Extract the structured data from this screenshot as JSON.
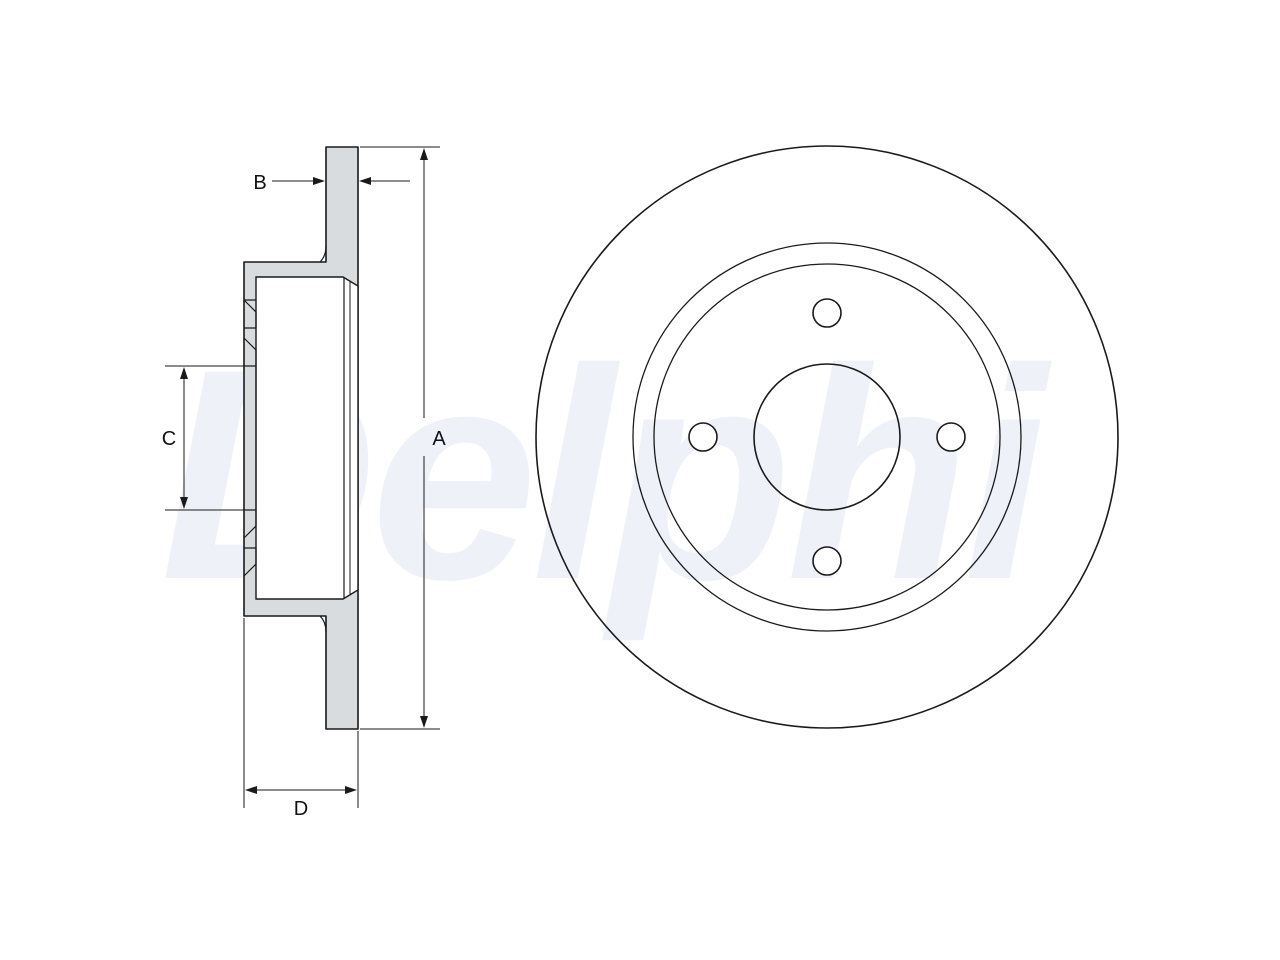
{
  "watermark": {
    "text": "Delphi",
    "color": "#eef2f8"
  },
  "dimensions": {
    "a": "A",
    "b": "B",
    "c": "C",
    "d": "D"
  },
  "colors": {
    "line": "#1a1a1a",
    "section_fill": "#d9dcdf",
    "background": "#ffffff"
  },
  "rotor": {
    "bolt_holes": 4
  }
}
